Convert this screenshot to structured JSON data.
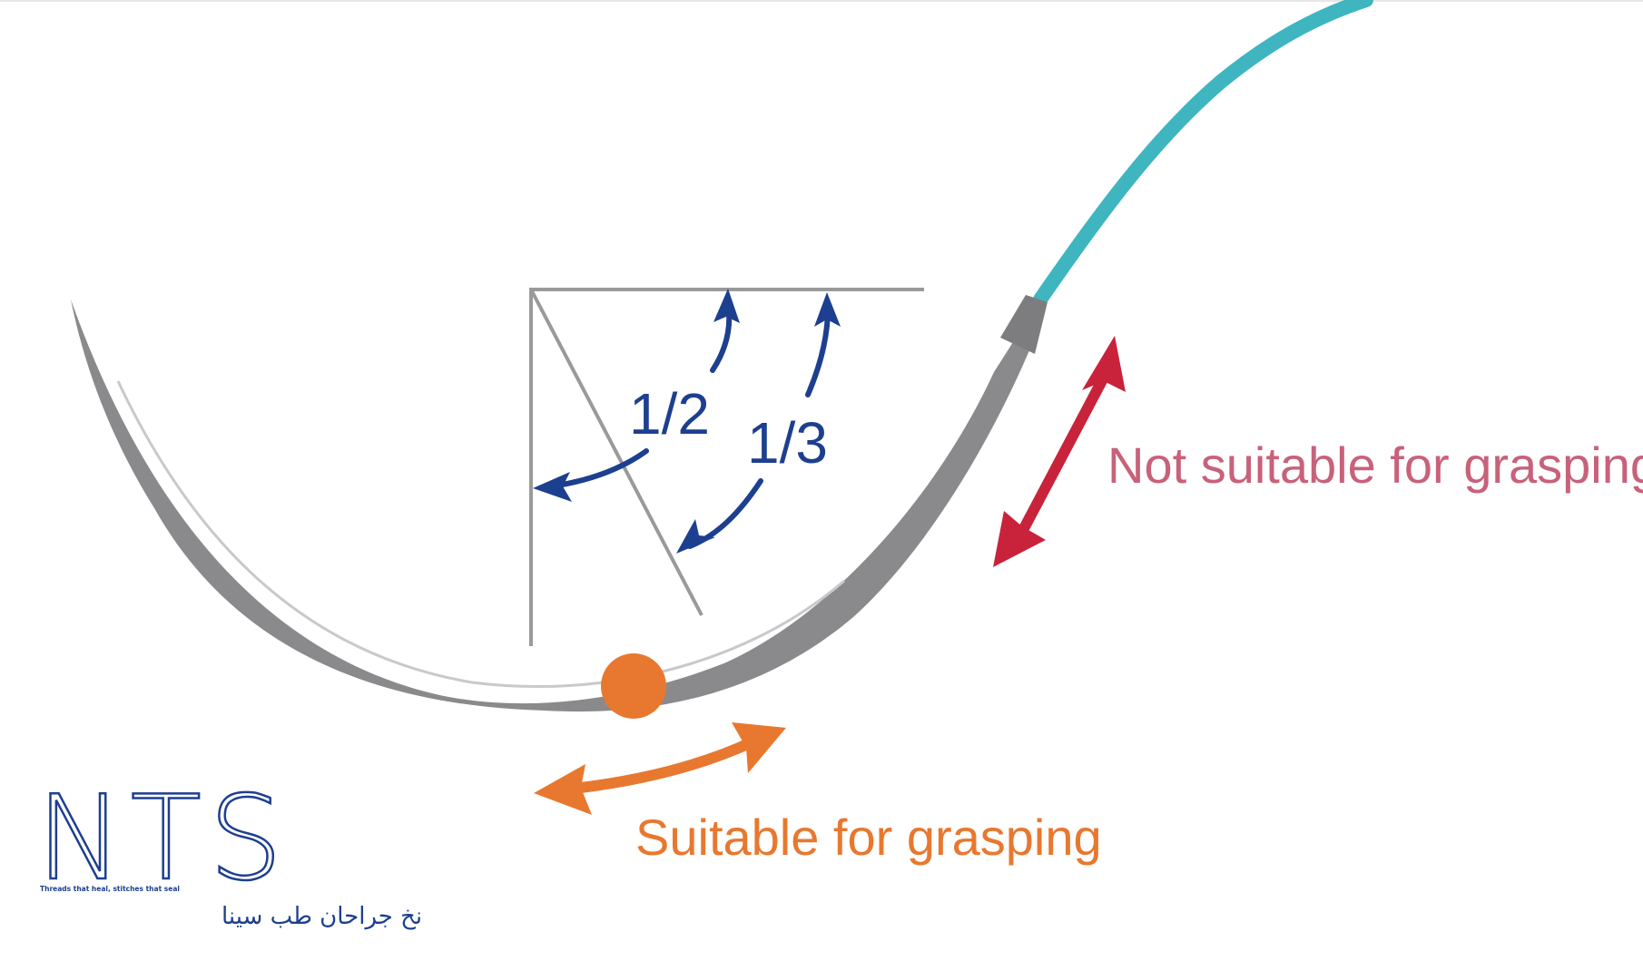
{
  "labels": {
    "half": "1/2",
    "third": "1/3",
    "not_suitable": "Not suitable for grasping",
    "suitable": "Suitable for grasping"
  },
  "logo": {
    "letters": "NTS",
    "tagline": "Threads that heal, stitches that seal",
    "persian": "نخ جراحان طب سینا"
  },
  "colors": {
    "needle": "#8a8a8d",
    "needle_highlight": "#c9c9cc",
    "suture": "#3fb5c0",
    "guide_lines": "#9a9a9a",
    "fraction_arrows": "#1d3f8f",
    "not_suitable_arrow": "#c8233a",
    "not_suitable_text": "#c8617a",
    "suitable": "#e8782f",
    "logo": "#1d3f8f"
  }
}
